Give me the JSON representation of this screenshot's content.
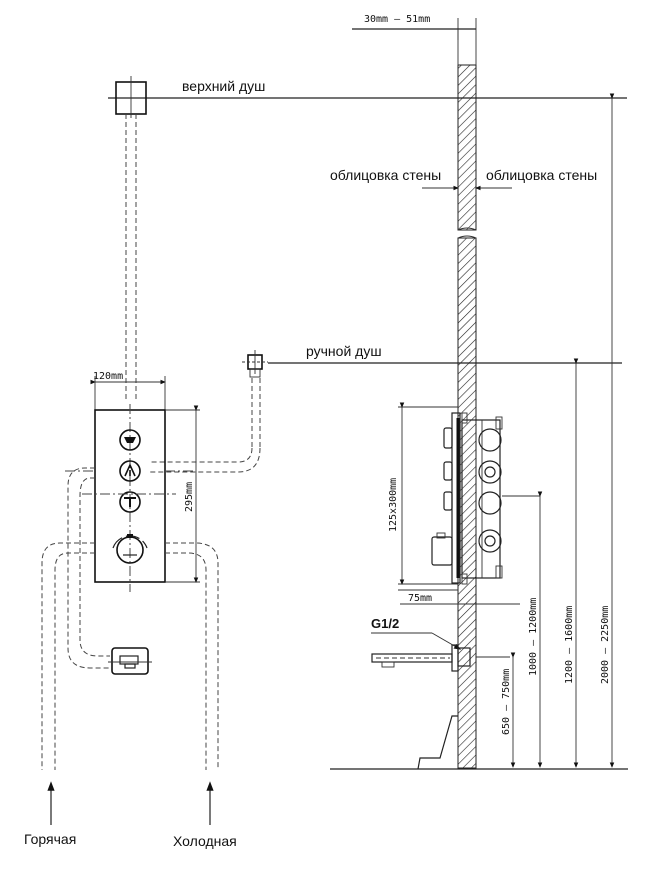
{
  "labels": {
    "top_width": "30mm  —  51mm",
    "overhead_shower": "верхний душ",
    "wall_cladding_left": "облицовка стены",
    "wall_cladding_right": "облицовка стены",
    "hand_shower": "ручной душ",
    "panel_width": "120mm",
    "panel_height": "295mm",
    "box_size": "125x300mm",
    "box_depth": "75mm",
    "thread": "G1/2",
    "hot": "Горячая",
    "cold": "Холодная"
  },
  "heights": {
    "spout": "650 — 750mm",
    "mixer": "1000 — 1200mm",
    "hand_shower": "1200 — 1600mm",
    "overhead_shower": "2000 — 2250mm"
  },
  "colors": {
    "ink": "#111111",
    "background": "#ffffff"
  }
}
